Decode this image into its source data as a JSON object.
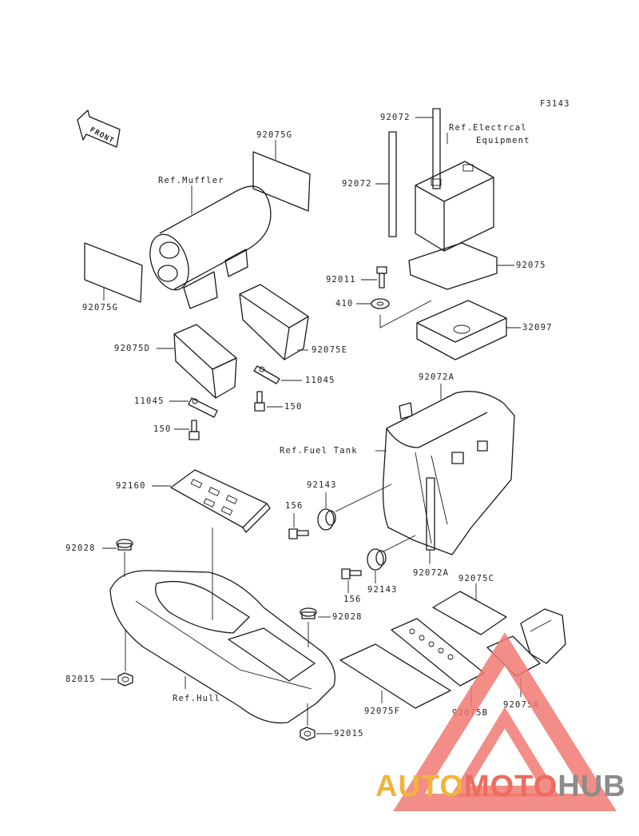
{
  "diagram_code": "F3143",
  "front_label": "FRONT",
  "labels": {
    "ref_muffler": "Ref.Muffler",
    "ref_electrical_line1": "Ref.Electrcal",
    "ref_electrical_line2": "Equipment",
    "ref_fuel_tank": "Ref.Fuel Tank",
    "ref_hull": "Ref.Hull",
    "p92075g_top": "92075G",
    "p92075g_left": "92075G",
    "p92072_top": "92072",
    "p92072_mid": "92072",
    "p92075": "92075",
    "p92011": "92011",
    "p410": "410",
    "p32097": "32097",
    "p92075d": "92075D",
    "p92075e": "92075E",
    "p11045_right": "11045",
    "p11045_left": "11045",
    "p150_right": "150",
    "p150_left": "150",
    "p92072a_top": "92072A",
    "p92160": "92160",
    "p92143_top": "92143",
    "p156_top": "156",
    "p92028_left": "92028",
    "p92072a_bottom": "92072A",
    "p156_bottom": "156",
    "p92143_bottom": "92143",
    "p92075c": "92075C",
    "p92028_right": "92028",
    "p82015": "82015",
    "p92075f": "92075F",
    "p92075b": "92075B",
    "p92075a": "92075A",
    "p92015": "92015"
  },
  "watermark": {
    "part1": "AUTO",
    "part2": "MOTO",
    "part3": "HUB"
  },
  "colors": {
    "line": "#1a1a1a",
    "watermark_red": "#ee6b5e",
    "watermark_yellow": "#f2b33a",
    "watermark_gray": "#8c8c8c"
  }
}
